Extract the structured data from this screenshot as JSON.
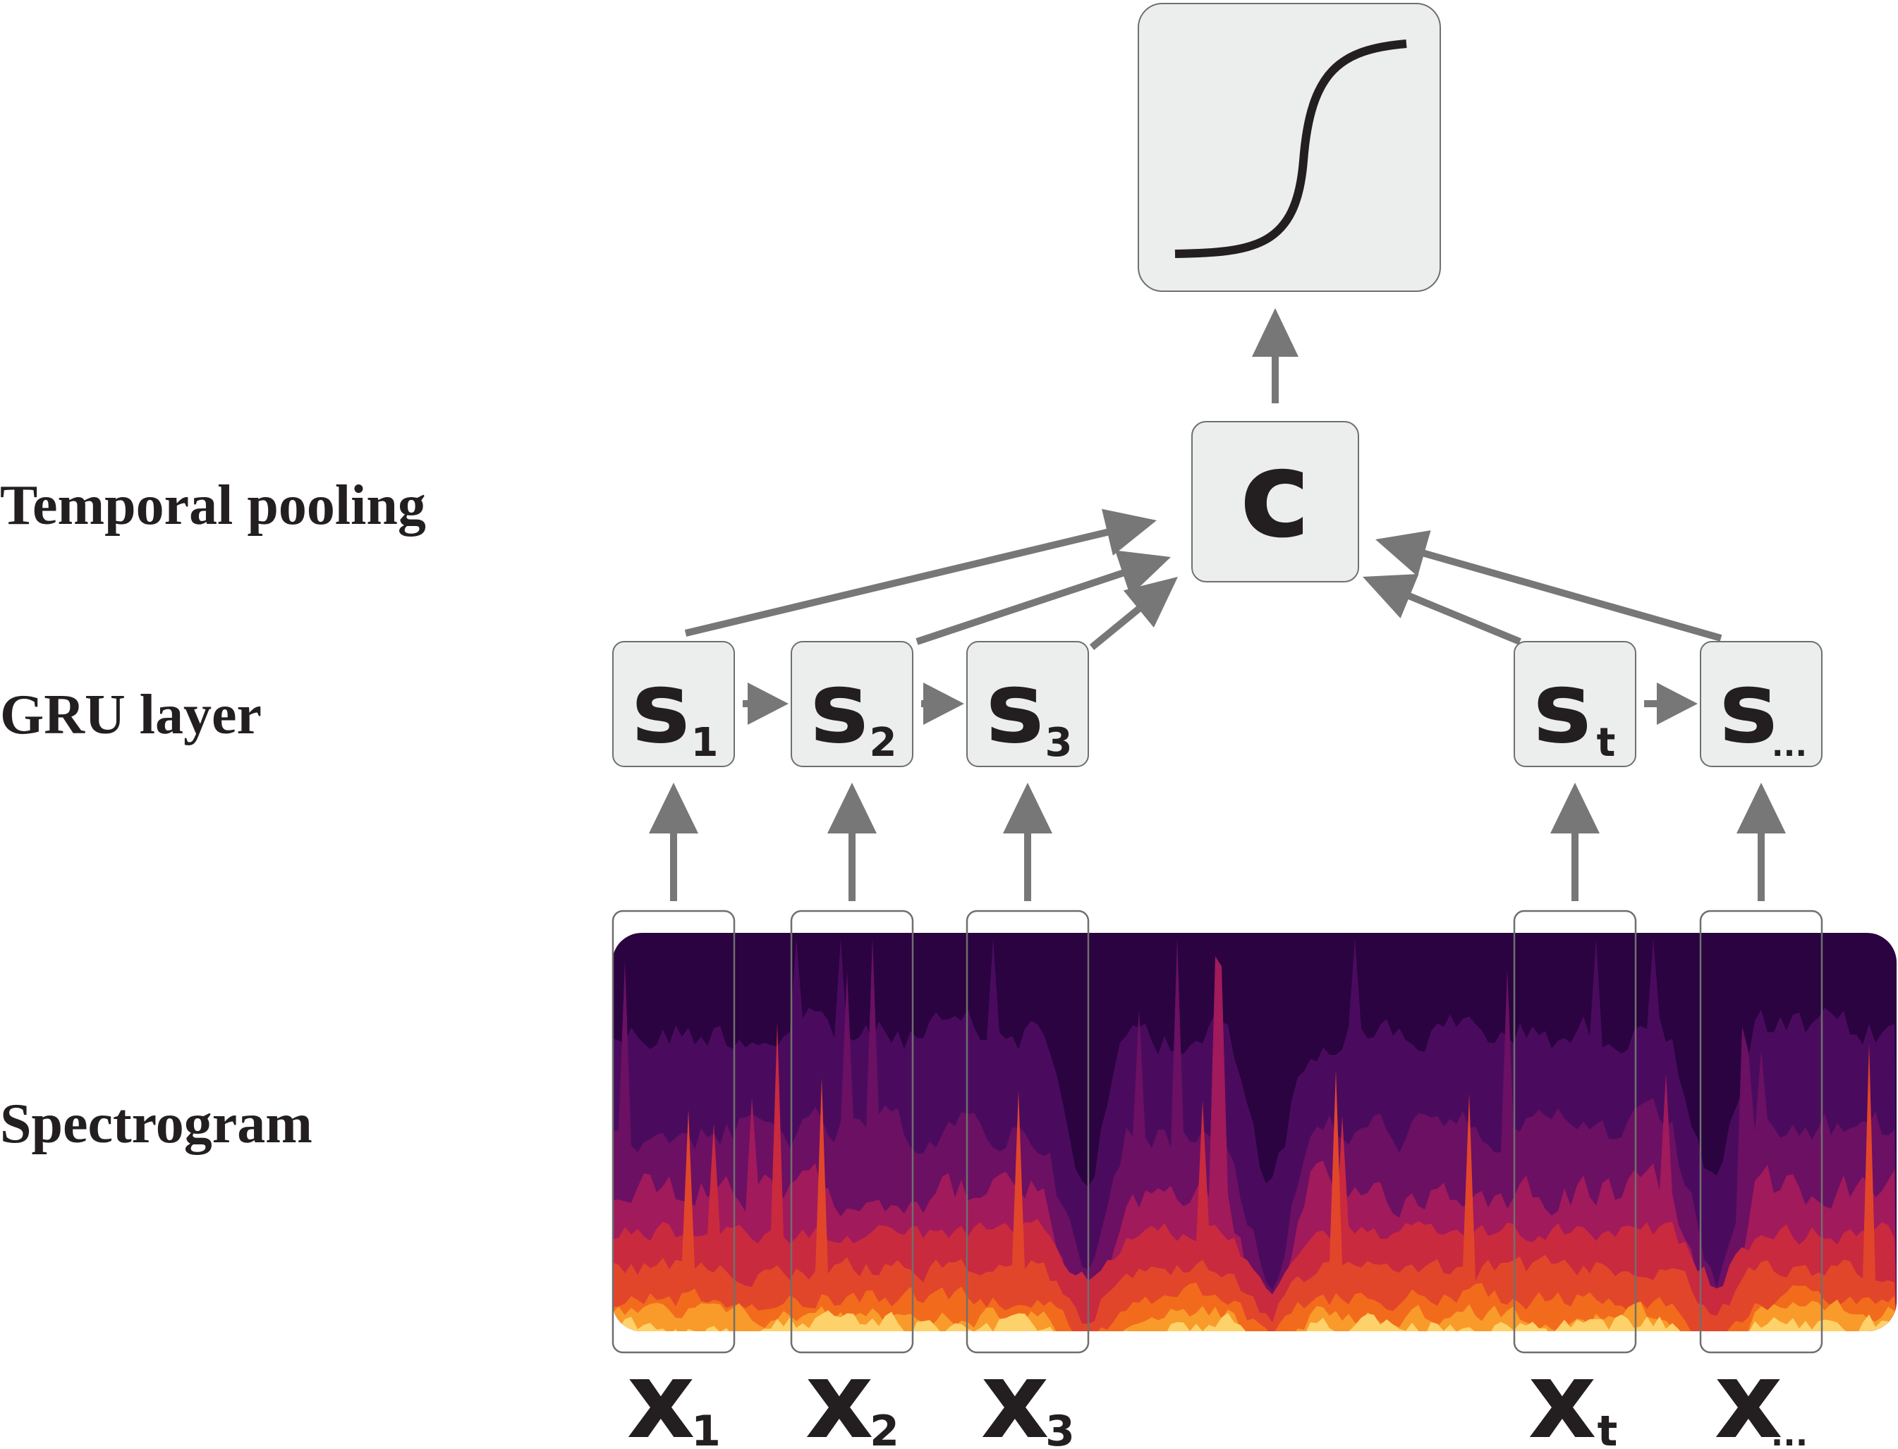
{
  "labels": {
    "temporal_pooling": "Temporal pooling",
    "gru_layer": "GRU layer",
    "spectrogram": "Spectrogram"
  },
  "pooling_node": {
    "symbol": "c"
  },
  "output_node": {
    "icon": "sigmoid-curve-icon"
  },
  "gru_states": [
    {
      "symbol": "s",
      "sub": "1"
    },
    {
      "symbol": "s",
      "sub": "2"
    },
    {
      "symbol": "s",
      "sub": "3"
    },
    {
      "symbol": "s",
      "sub": "t"
    },
    {
      "symbol": "s",
      "sub": "..."
    }
  ],
  "inputs": [
    {
      "symbol": "x",
      "sub": "1"
    },
    {
      "symbol": "x",
      "sub": "2"
    },
    {
      "symbol": "x",
      "sub": "3"
    },
    {
      "symbol": "x",
      "sub": "t"
    },
    {
      "symbol": "x",
      "sub": "..."
    }
  ],
  "colors": {
    "node_fill": "#eceeed",
    "node_stroke": "#6f6f6f",
    "arrow": "#777777",
    "text": "#231f20",
    "spectrogram_palette": [
      "#2a0340",
      "#4a0b5e",
      "#6b1063",
      "#a11a5b",
      "#c92a3e",
      "#e2462a",
      "#f26b1d",
      "#f99b2a",
      "#fdd26a"
    ]
  }
}
